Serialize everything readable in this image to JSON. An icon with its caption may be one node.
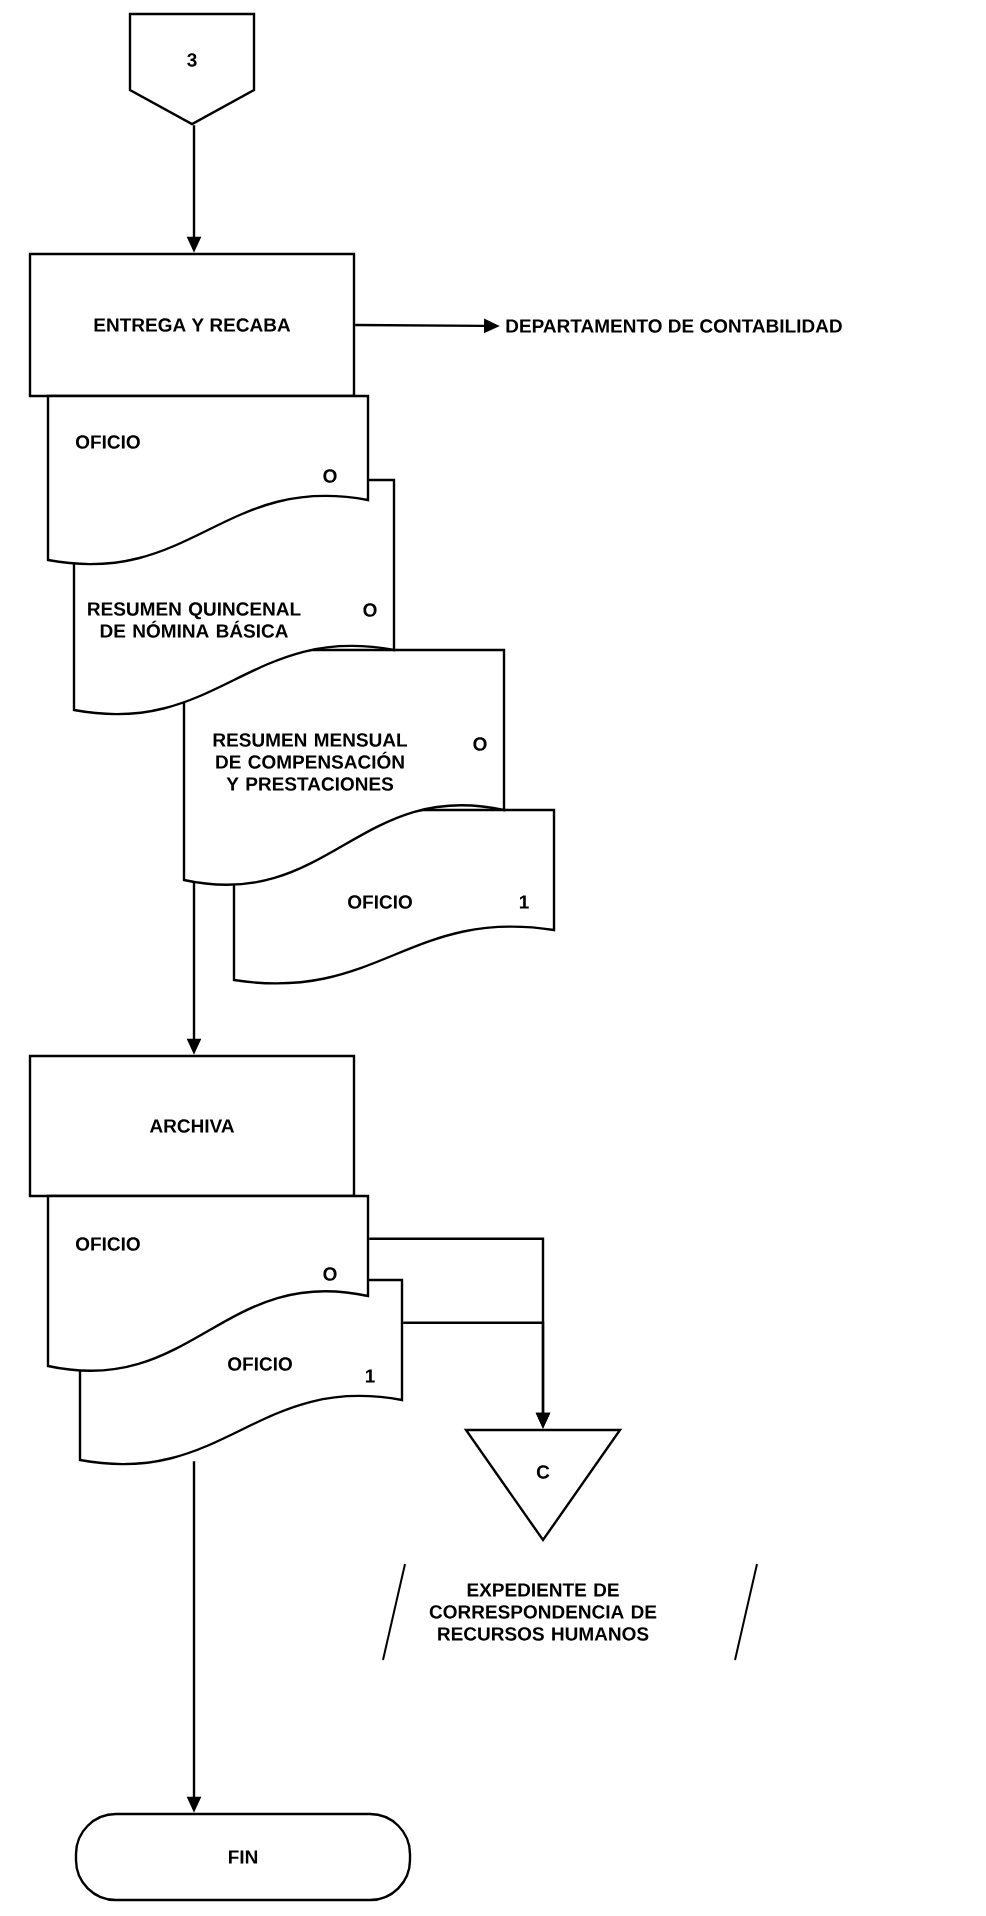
{
  "diagram": {
    "nodes": [
      {
        "text": [
          "3"
        ]
      },
      {
        "text": [
          "ENTREGA Y RECABA"
        ]
      },
      {
        "text": [
          "DEPARTAMENTO DE CONTABILIDAD"
        ]
      },
      {
        "text": [
          "OFICIO",
          "O"
        ]
      },
      {
        "text": [
          "RESUMEN QUINCENAL DE NÓMINA BÁSICA",
          "O"
        ]
      },
      {
        "text": [
          "RESUMEN MENSUAL DE COMPENSACIÓN Y PRESTACIONES",
          "O"
        ]
      },
      {
        "text": [
          "OFICIO",
          "1"
        ]
      },
      {
        "text": [
          "ARCHIVA"
        ]
      },
      {
        "text": [
          "OFICIO",
          "O"
        ]
      },
      {
        "text": [
          "OFICIO",
          "1"
        ]
      },
      {
        "text": [
          "C"
        ],
        "beside": [
          "EXPEDIENTE DE CORRESPONDENCIA DE RECURSOS HUMANOS"
        ]
      },
      {
        "text": [
          "FIN"
        ]
      }
    ],
    "edges": [
      {
        "from": 0,
        "to": 1,
        "arrow": "to"
      },
      {
        "from": 1,
        "to": 2,
        "arrow": "to"
      },
      {
        "from": 5,
        "to": 7,
        "arrow": "to"
      },
      {
        "from": 8,
        "to": 10,
        "arrow": "to"
      },
      {
        "from": 9,
        "to": 10,
        "arrow": "to"
      },
      {
        "from": 9,
        "to": 11,
        "arrow": "to"
      }
    ]
  }
}
